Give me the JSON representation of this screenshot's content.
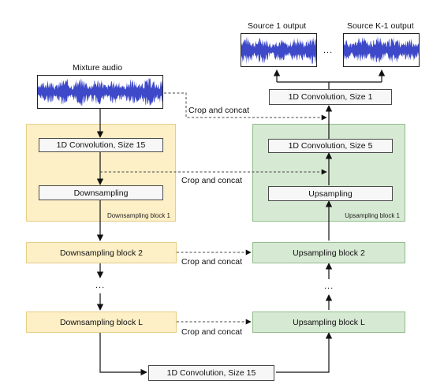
{
  "input": {
    "label": "Mixture audio"
  },
  "outputs": {
    "first_label": "Source 1 output",
    "last_label": "Source K-1 output",
    "ellipsis": "..."
  },
  "final_conv": {
    "label": "1D Convolution, Size 1"
  },
  "down_block_1": {
    "conv_label": "1D Convolution, Size 15",
    "downsampling_label": "Downsampling",
    "block_label": "Downsampling block 1"
  },
  "up_block_1": {
    "conv_label": "1D Convolution, Size 5",
    "upsampling_label": "Upsampling",
    "block_label": "Upsampling block 1"
  },
  "down_block_2": {
    "label": "Downsampling block 2"
  },
  "up_block_2": {
    "label": "Upsampling block 2"
  },
  "down_block_L": {
    "label": "Downsampling block L"
  },
  "up_block_L": {
    "label": "Upsampling block L"
  },
  "bottleneck": {
    "label": "1D Convolution, Size 15"
  },
  "skip_labels": {
    "input_skip": "Crop and concat",
    "block1_skip": "Crop and concat",
    "block2_skip": "Crop and concat",
    "blockL_skip": "Crop and concat"
  },
  "ellipsis": {
    "left": "...",
    "right": "..."
  },
  "colors": {
    "waveform": "#3d49c8",
    "downsampling_fill": "#fdefc6",
    "upsampling_fill": "#d6e9d3"
  }
}
